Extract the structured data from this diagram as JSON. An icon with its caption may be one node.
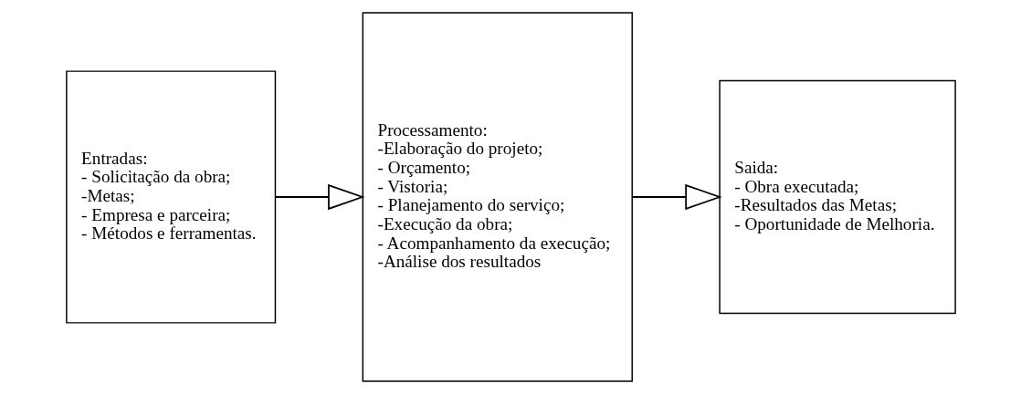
{
  "diagram": {
    "nodes": [
      {
        "text": [
          "Entradas:",
          "- Solicitação da obra;",
          "-Metas;",
          "- Empresa e parceira;",
          "- Métodos e ferramentas."
        ]
      },
      {
        "text": [
          "Processamento:",
          "-Elaboração do projeto;",
          "- Orçamento;",
          "- Vistoria;",
          "- Planejamento do serviço;",
          "-Execução da obra;",
          "- Acompanhamento da execução;",
          "-Análise dos resultados"
        ]
      },
      {
        "text": [
          "Saida:",
          "- Obra executada;",
          "-Resultados das Metas;",
          "- Oportunidade de Melhoria."
        ]
      }
    ],
    "edges": [
      {
        "from": 0,
        "to": 1,
        "arrow": "to"
      },
      {
        "from": 1,
        "to": 2,
        "arrow": "to"
      }
    ]
  }
}
